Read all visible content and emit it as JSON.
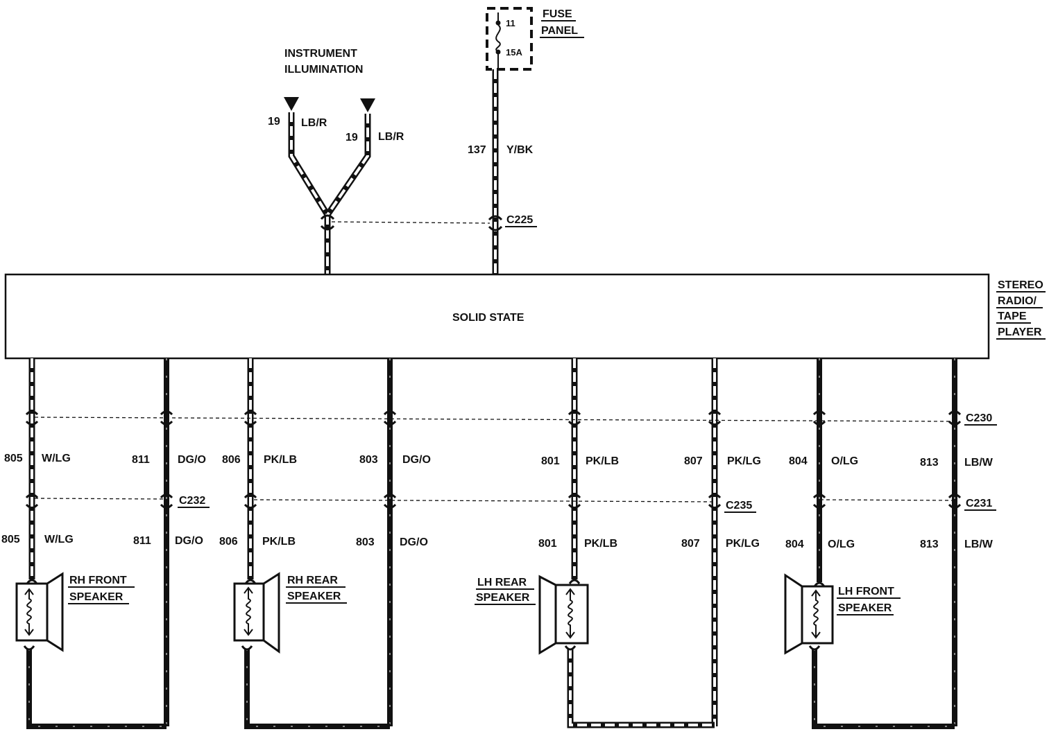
{
  "colors": {
    "ink": "#111111",
    "paper": "#ffffff"
  },
  "fuse_panel": {
    "line1": "FUSE",
    "line2": "PANEL",
    "fuse_number": "11",
    "fuse_rating": "15A"
  },
  "instrument_illumination": {
    "line1": "INSTRUMENT",
    "line2": "ILLUMINATION"
  },
  "feeds": {
    "illum_left": {
      "circuit": "19",
      "color": "LB/R"
    },
    "illum_right": {
      "circuit": "19",
      "color": "LB/R"
    },
    "power": {
      "circuit": "137",
      "color": "Y/BK"
    }
  },
  "radio": {
    "body_label": "SOLID STATE",
    "name_lines": [
      "STEREO",
      "RADIO/",
      "TAPE",
      "PLAYER"
    ]
  },
  "connectors": {
    "c225": "C225",
    "c230": "C230",
    "c232": "C232",
    "c235": "C235",
    "c231": "C231"
  },
  "wires": [
    {
      "circuit": "805",
      "color": "W/LG",
      "style": "stripe"
    },
    {
      "circuit": "811",
      "color": "DG/O",
      "style": "dark"
    },
    {
      "circuit": "806",
      "color": "PK/LB",
      "style": "stripe"
    },
    {
      "circuit": "803",
      "color": "DG/O",
      "style": "dark"
    },
    {
      "circuit": "801",
      "color": "PK/LB",
      "style": "stripe"
    },
    {
      "circuit": "807",
      "color": "PK/LG",
      "style": "stripe"
    },
    {
      "circuit": "804",
      "color": "O/LG",
      "style": "dark"
    },
    {
      "circuit": "813",
      "color": "LB/W",
      "style": "dark"
    }
  ],
  "speakers": {
    "rh_front": {
      "line1": "RH FRONT",
      "line2": "SPEAKER"
    },
    "rh_rear": {
      "line1": "RH REAR",
      "line2": "SPEAKER"
    },
    "lh_rear": {
      "line1": "LH REAR",
      "line2": "SPEAKER"
    },
    "lh_front": {
      "line1": "LH FRONT",
      "line2": "SPEAKER"
    }
  }
}
